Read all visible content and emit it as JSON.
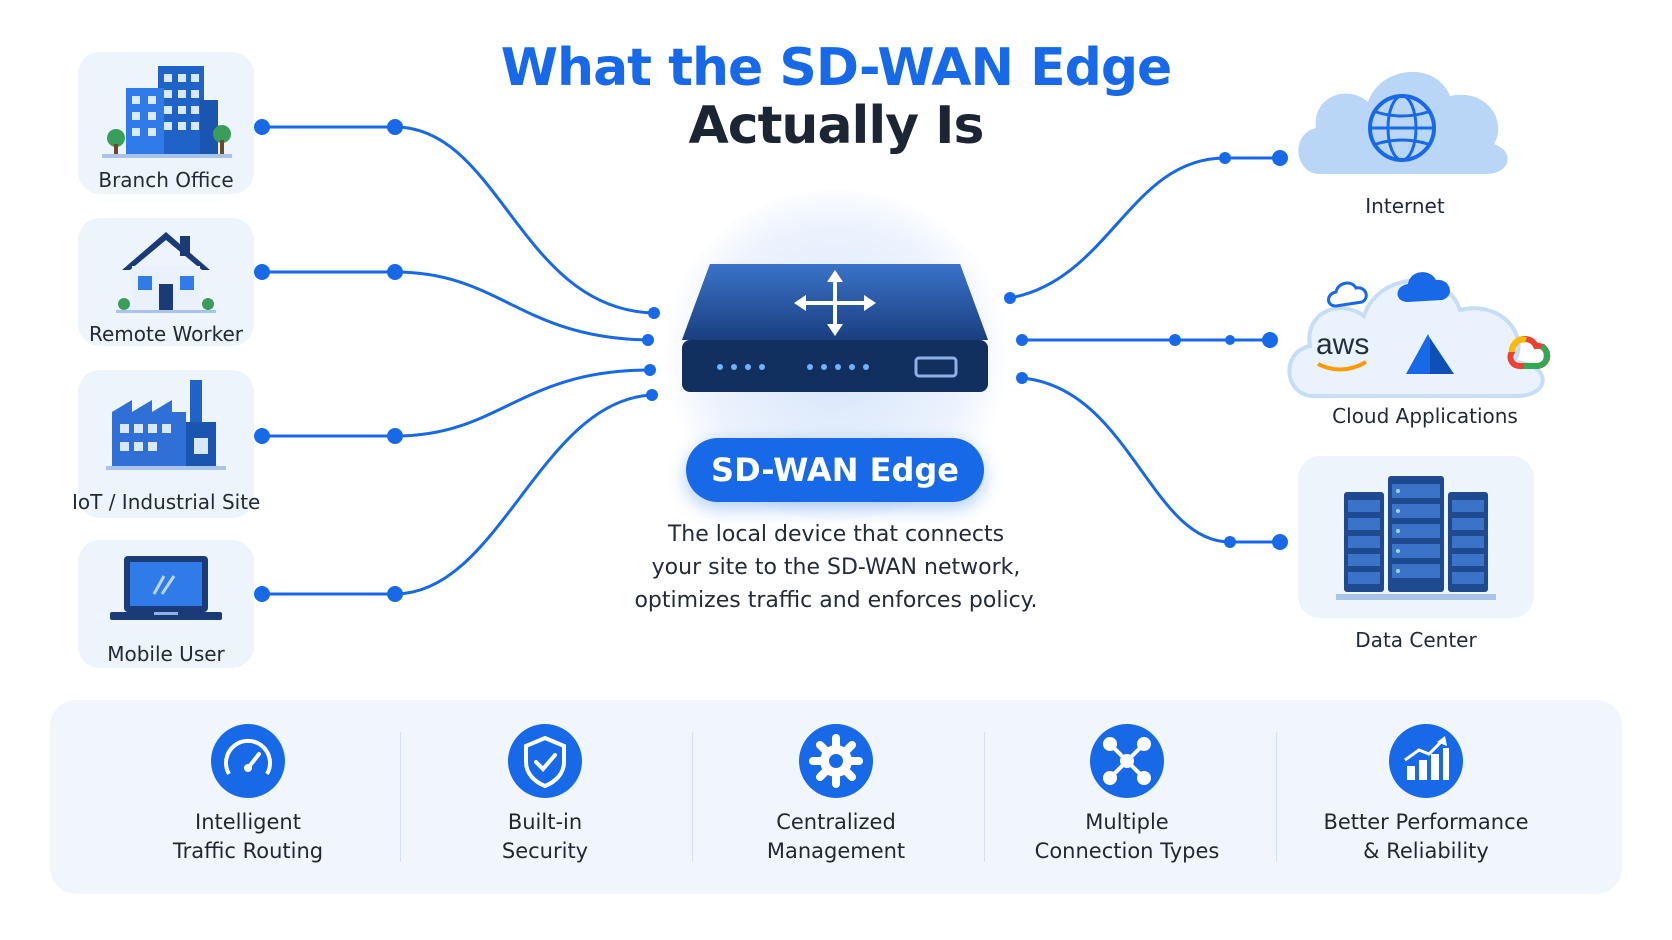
{
  "title": {
    "line1": "What the SD-WAN Edge",
    "line2": "Actually Is"
  },
  "left_sites": [
    {
      "label": "Branch Office",
      "icon": "office-building-icon"
    },
    {
      "label": "Remote Worker",
      "icon": "house-icon"
    },
    {
      "label": "IoT / Industrial Site",
      "icon": "factory-icon"
    },
    {
      "label": "Mobile User",
      "icon": "laptop-icon"
    }
  ],
  "right_sites": [
    {
      "label": "Internet",
      "icon": "globe-cloud-icon"
    },
    {
      "label": "Cloud Applications",
      "icon": "cloud-apps-icon",
      "logos": [
        "aws"
      ]
    },
    {
      "label": "Data Center",
      "icon": "server-rack-icon"
    }
  ],
  "center": {
    "badge": "SD-WAN Edge",
    "description": [
      "The local device that connects",
      "your site to the SD-WAN network,",
      "optimizes traffic and enforces policy."
    ]
  },
  "features": [
    {
      "line1": "Intelligent",
      "line2": "Traffic Routing",
      "icon": "speedometer-icon"
    },
    {
      "line1": "Built-in",
      "line2": "Security",
      "icon": "shield-check-icon"
    },
    {
      "line1": "Centralized",
      "line2": "Management",
      "icon": "gear-icon"
    },
    {
      "line1": "Multiple",
      "line2": "Connection Types",
      "icon": "network-nodes-icon"
    },
    {
      "line1": "Better Performance",
      "line2": "& Reliability",
      "icon": "bar-chart-icon"
    }
  ],
  "colors": {
    "accent": "#1769e8",
    "dark_text": "#1c2533",
    "card_bg": "#eef4fc",
    "device": "#1e4a8f"
  }
}
